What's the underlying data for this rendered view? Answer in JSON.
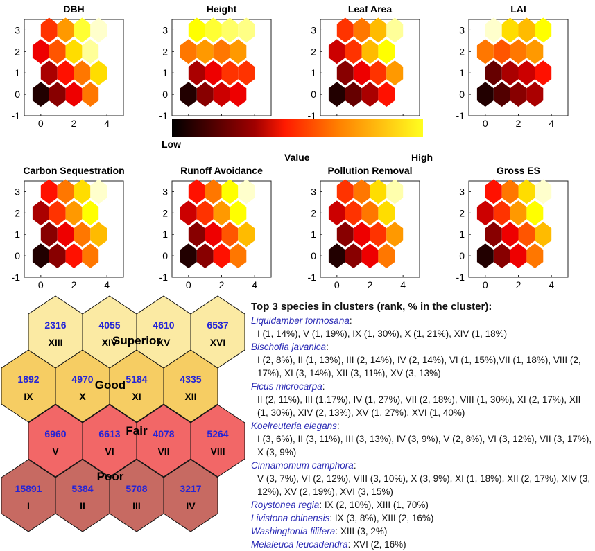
{
  "figure": {
    "heatmap_panels": [
      {
        "title": "DBH",
        "values": [
          [
            0.05,
            0.2,
            0.35,
            0.55
          ],
          [
            0.25,
            0.4,
            0.55,
            0.7
          ],
          [
            0.35,
            0.5,
            0.7,
            0.9
          ],
          [
            0.45,
            0.6,
            0.8,
            0.95
          ]
        ]
      },
      {
        "title": "Height",
        "values": [
          [
            0.05,
            0.2,
            0.3,
            0.35
          ],
          [
            0.25,
            0.35,
            0.45,
            0.45
          ],
          [
            0.55,
            0.6,
            0.55,
            0.6
          ],
          [
            0.75,
            0.8,
            0.85,
            0.88
          ]
        ]
      },
      {
        "title": "Leaf Area",
        "values": [
          [
            0.05,
            0.15,
            0.25,
            0.4
          ],
          [
            0.2,
            0.35,
            0.45,
            0.6
          ],
          [
            0.3,
            0.45,
            0.65,
            0.75
          ],
          [
            0.45,
            0.55,
            0.65,
            0.9
          ]
        ]
      },
      {
        "title": "LAI",
        "values": [
          [
            0.05,
            0.12,
            0.2,
            0.25
          ],
          [
            0.15,
            0.25,
            0.3,
            0.4
          ],
          [
            0.55,
            0.5,
            0.55,
            0.6
          ],
          [
            0.95,
            0.7,
            0.65,
            0.75
          ]
        ]
      },
      {
        "title": "Carbon Sequestration",
        "values": [
          [
            0.05,
            0.2,
            0.4,
            0.55
          ],
          [
            0.2,
            0.35,
            0.55,
            0.65
          ],
          [
            0.25,
            0.45,
            0.6,
            0.75
          ],
          [
            0.4,
            0.55,
            0.7,
            0.95
          ]
        ]
      },
      {
        "title": "Runoff Avoidance",
        "values": [
          [
            0.05,
            0.2,
            0.4,
            0.55
          ],
          [
            0.2,
            0.35,
            0.5,
            0.65
          ],
          [
            0.3,
            0.45,
            0.6,
            0.75
          ],
          [
            0.4,
            0.55,
            0.75,
            0.95
          ]
        ]
      },
      {
        "title": "Pollution Removal",
        "values": [
          [
            0.05,
            0.2,
            0.35,
            0.55
          ],
          [
            0.2,
            0.35,
            0.45,
            0.6
          ],
          [
            0.3,
            0.45,
            0.55,
            0.7
          ],
          [
            0.45,
            0.55,
            0.7,
            0.92
          ]
        ]
      },
      {
        "title": "Gross ES",
        "values": [
          [
            0.05,
            0.2,
            0.35,
            0.55
          ],
          [
            0.2,
            0.35,
            0.5,
            0.65
          ],
          [
            0.3,
            0.45,
            0.6,
            0.75
          ],
          [
            0.4,
            0.55,
            0.7,
            0.95
          ]
        ]
      }
    ],
    "axes": {
      "xticks": [
        "0",
        "2",
        "4"
      ],
      "yticks": [
        "3",
        "2",
        "1",
        "0",
        "-1"
      ]
    },
    "colorbar": {
      "low": "Low",
      "mid": "Value",
      "high": "High"
    }
  },
  "clusters": {
    "quality_labels": {
      "superior": "Superior",
      "good": "Good",
      "fair": "Fair",
      "poor": "Poor"
    },
    "colors": {
      "superior": "#fbeaa3",
      "good": "#f6cd63",
      "fair": "#f26767",
      "poor": "#c76a62"
    },
    "rows": [
      [
        {
          "num": "15891",
          "roman": "I"
        },
        {
          "num": "5384",
          "roman": "II"
        },
        {
          "num": "5708",
          "roman": "III"
        },
        {
          "num": "3217",
          "roman": "IV"
        }
      ],
      [
        {
          "num": "6960",
          "roman": "V"
        },
        {
          "num": "6613",
          "roman": "VI"
        },
        {
          "num": "4078",
          "roman": "VII"
        },
        {
          "num": "5264",
          "roman": "VIII"
        }
      ],
      [
        {
          "num": "1892",
          "roman": "IX"
        },
        {
          "num": "4970",
          "roman": "X"
        },
        {
          "num": "5184",
          "roman": "XI"
        },
        {
          "num": "4335",
          "roman": "XII"
        }
      ],
      [
        {
          "num": "2316",
          "roman": "XIII"
        },
        {
          "num": "4055",
          "roman": "XIV"
        },
        {
          "num": "4610",
          "roman": "XV"
        },
        {
          "num": "6537",
          "roman": "XVI"
        }
      ]
    ]
  },
  "species_panel": {
    "heading": "Top 3 species in clusters (rank, % in the cluster):",
    "species": [
      {
        "name": "Liquidamber formosana",
        "sep": ":",
        "data": "I (1, 14%), V (1, 19%), IX (1, 30%), X (1, 21%), XIV (1, 18%)"
      },
      {
        "name": "Bischofia javanica",
        "sep": ":",
        "data": "I (2, 8%), II (1, 13%), III (2, 14%), IV (2, 14%), VI (1, 15%),VII (1, 18%), VIII (2, 17%), XI (3, 14%), XII (3, 11%), XV (3, 13%)"
      },
      {
        "name": "Ficus microcarpa",
        "sep": ":",
        "data": "II (2, 11%), III (1,17%), IV (1, 27%), VII (2, 18%), VIII (1, 30%), XI (2, 17%), XII (1, 30%), XIV (2, 13%), XV (1, 27%), XVI (1, 40%)"
      },
      {
        "name": "Koelreuteria elegans",
        "sep": ":",
        "data": "I (3, 6%), II (3, 11%), III (3, 13%), IV (3, 9%), V (2, 8%), VI (3, 12%), VII (3, 17%), X (3, 9%)"
      },
      {
        "name": "Cinnamomum camphora",
        "sep": ":",
        "data": "V (3, 7%), VI (2, 12%), VIII (3, 10%), X (3, 9%), XI (1, 18%), XII (2, 17%), XIV (3, 12%), XV (2, 19%), XVI (3, 15%)"
      },
      {
        "name": "Roystonea regia",
        "sep": ": IX (2, 10%), XIII (1, 70%)",
        "data": ""
      },
      {
        "name": "Livistona chinensis",
        "sep": ": IX (3, 8%), XIII (2, 16%)",
        "data": ""
      },
      {
        "name": "Washingtonia filifera",
        "sep": ": XIII (3, 2%)",
        "data": ""
      },
      {
        "name": "Melaleuca leucadendra",
        "sep": ": XVI (2, 16%)",
        "data": ""
      }
    ]
  }
}
